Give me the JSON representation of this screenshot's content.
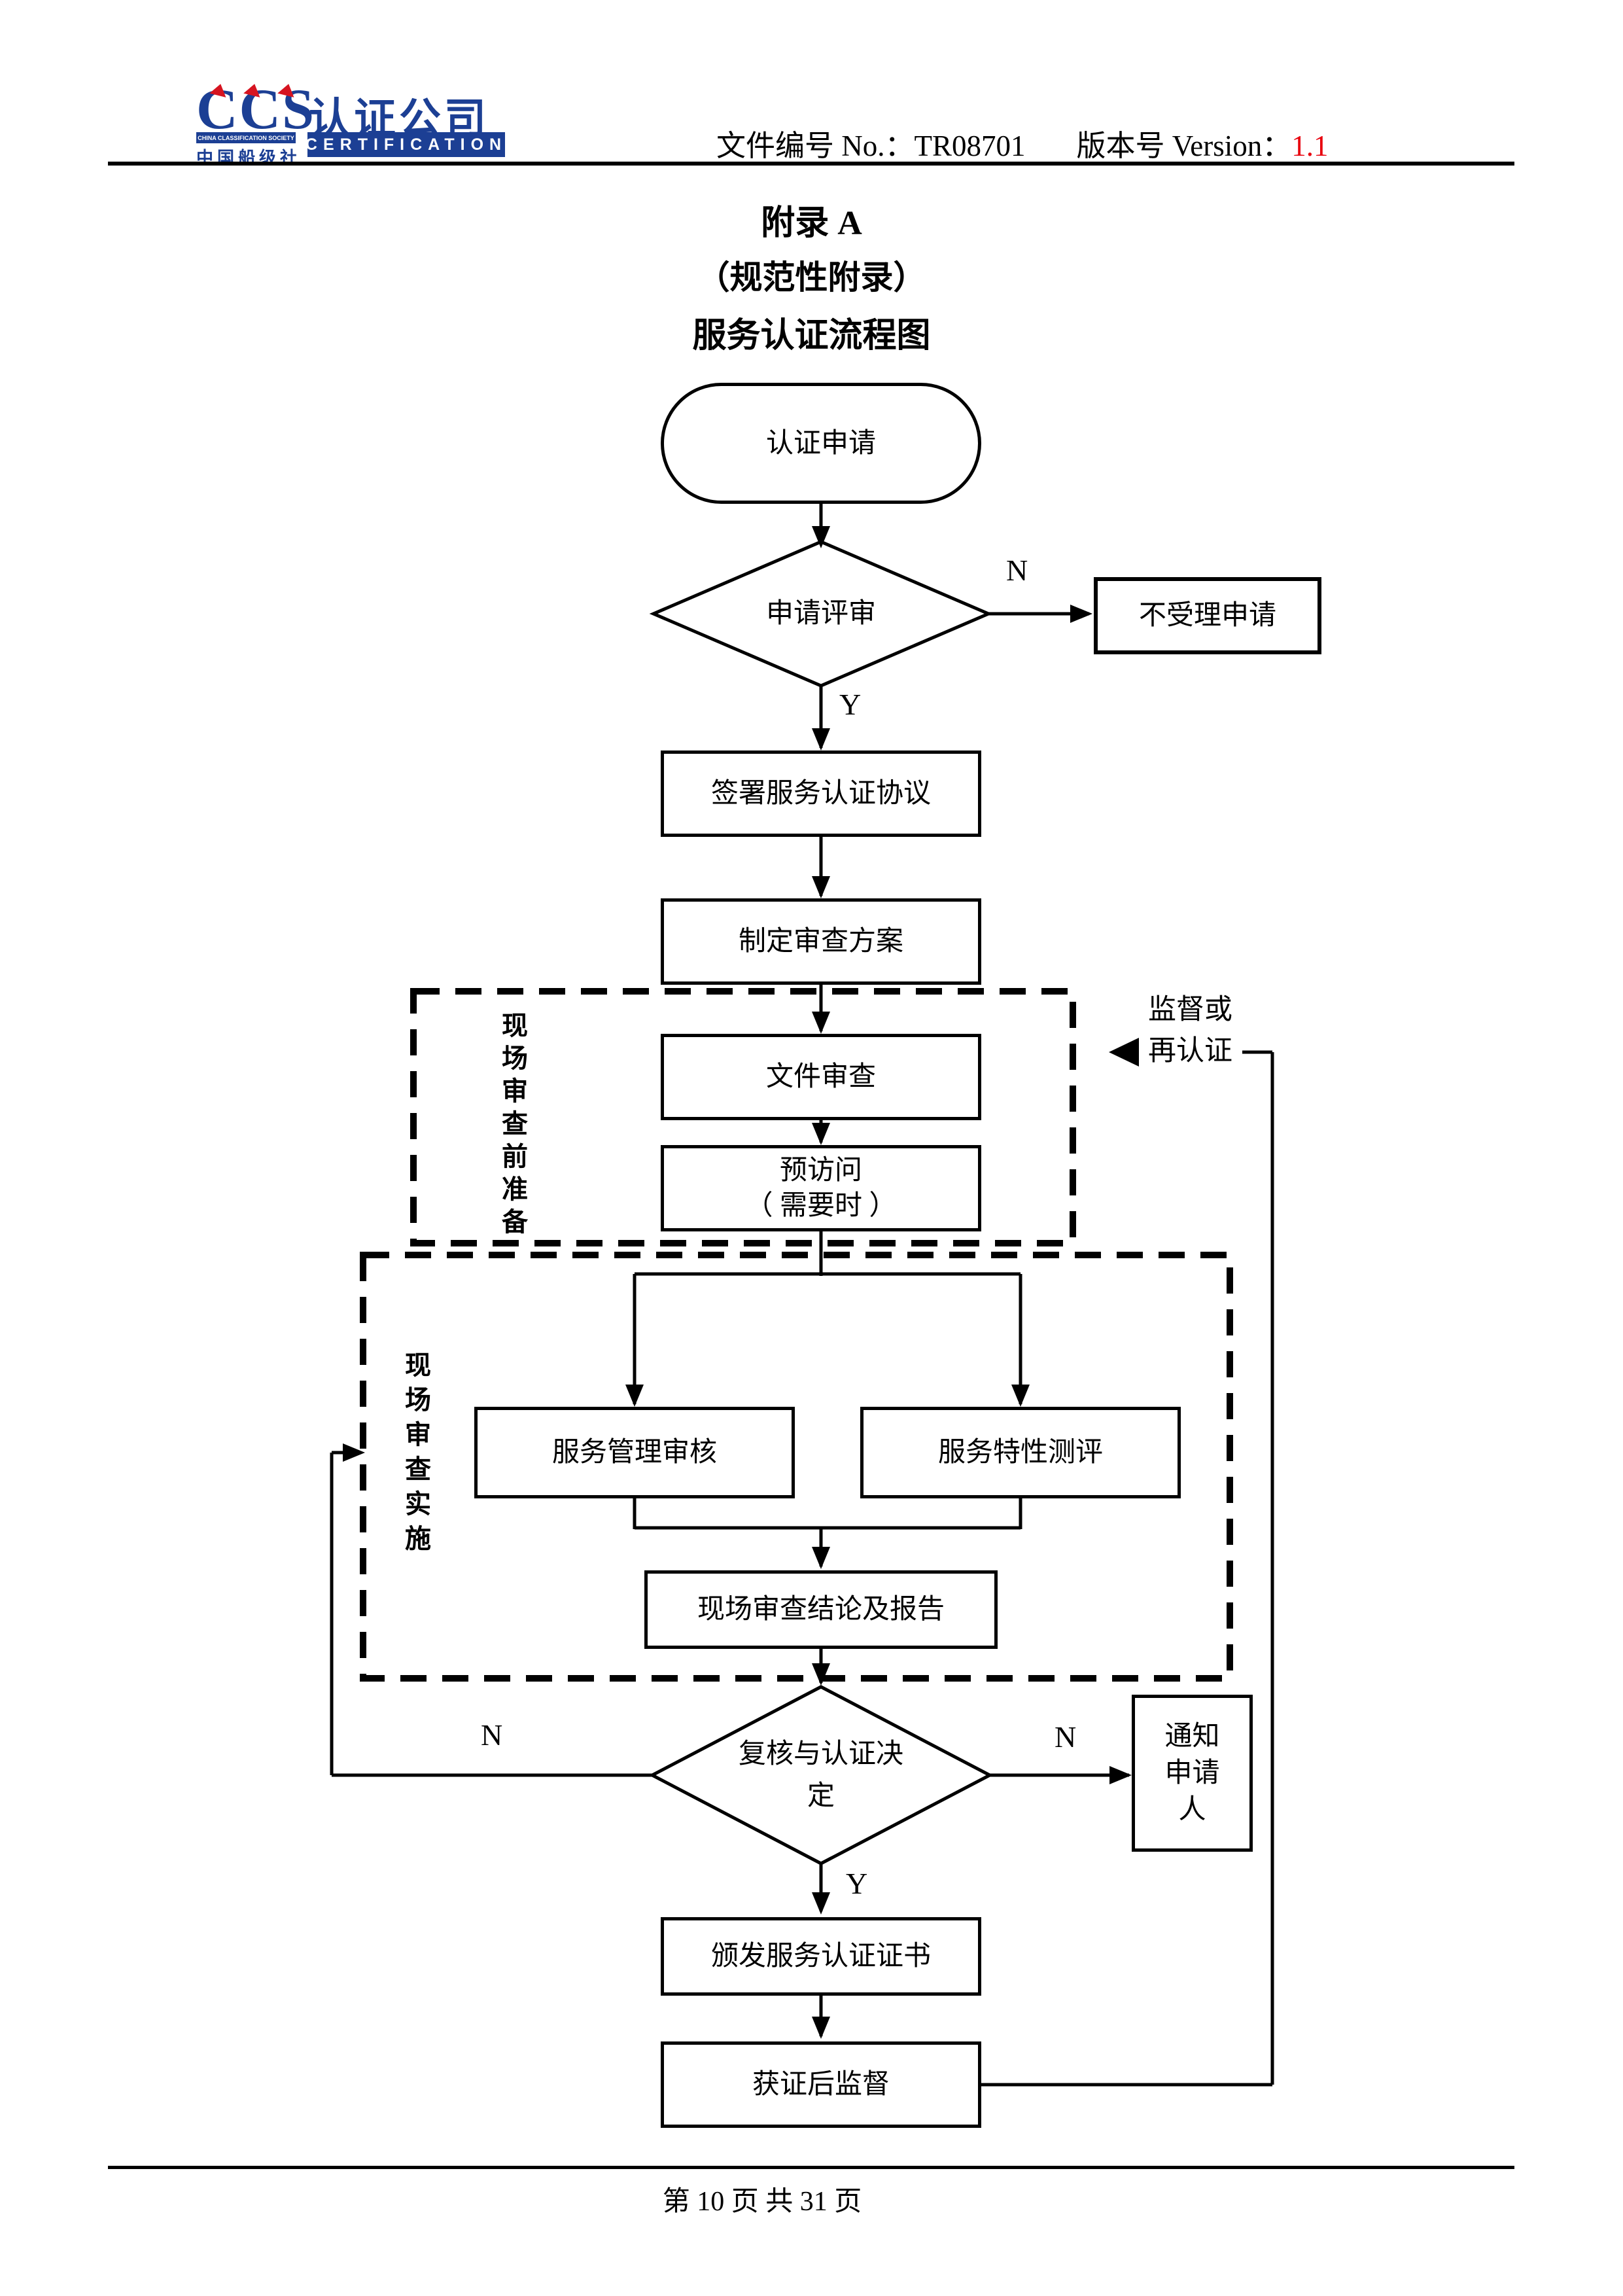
{
  "colors": {
    "logo_blue": "#1c3f94",
    "logo_red": "#d61420",
    "version_red": "#e8000d",
    "ink": "#000000"
  },
  "header": {
    "logo": {
      "ccs": "CCS",
      "company": "认证公司",
      "society_en": "CHINA CLASSIFICATION SOCIETY",
      "society_cn": "中国船级社",
      "certification_en": "CERTIFICATION"
    },
    "doc_no_label": "文件编号 No.：",
    "doc_no": "TR08701",
    "version_label": "版本号 Version：",
    "version": "1.1"
  },
  "title": {
    "appendix": "附录 A",
    "subtitle": "（规范性附录）",
    "chart_title": "服务认证流程图"
  },
  "flowchart": {
    "nodes": {
      "start": "认证申请",
      "application_review": "申请评审",
      "reject": "不受理申请",
      "sign_agreement": "签署服务认证协议",
      "make_plan": "制定审查方案",
      "document_review": "文件审查",
      "previsit": "预访问\n（ 需要时  ）",
      "management_audit": "服务管理审核",
      "characteristic_eval": "服务特性测评",
      "onsite_conclusion": "现场审查结论及报告",
      "decision": "复核与认证决\n定",
      "notify_applicant": "通知\n申请\n人",
      "issue_certificate": "颁发服务认证证书",
      "post_cert_supervision": "获证后监督"
    },
    "groups": {
      "pre_onsite": "现场审查前准备",
      "onsite_impl": "现场审查实施"
    },
    "branch_labels": {
      "review_no": "N",
      "review_yes": "Y",
      "decision_no_left": "N",
      "decision_no_right": "N",
      "decision_yes": "Y"
    },
    "annotations": {
      "supervision_recert": "监督或\n再认证"
    }
  },
  "footer": {
    "page_info": "第 10 页 共 31 页"
  }
}
